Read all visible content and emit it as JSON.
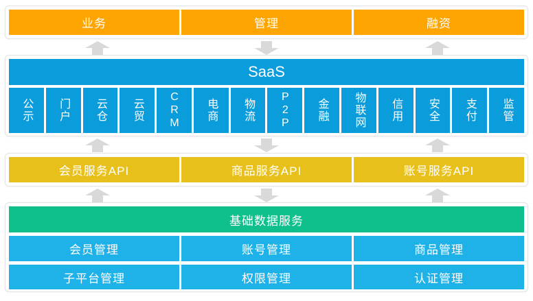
{
  "colors": {
    "orange": "#FFA502",
    "blue": "#0A9CDB",
    "gold": "#E8C01C",
    "green": "#10C08C",
    "cyan": "#1FB2E8",
    "arrow_gray": "#D9D9D9",
    "card_border": "#E3E3E3"
  },
  "top_layer": {
    "items": [
      "业务",
      "管理",
      "融资"
    ]
  },
  "saas_layer": {
    "title": "SaaS",
    "modules": [
      "公示",
      "门户",
      "云仓",
      "云贸",
      "CRM",
      "电商",
      "物流",
      "P2P",
      "金融",
      "物联网",
      "信用",
      "安全",
      "支付",
      "监管"
    ]
  },
  "api_layer": {
    "items": [
      "会员服务API",
      "商品服务API",
      "账号服务API"
    ]
  },
  "base_layer": {
    "title": "基础数据服务",
    "row1": [
      "会员管理",
      "账号管理",
      "商品管理"
    ],
    "row2": [
      "子平台管理",
      "权限管理",
      "认证管理"
    ]
  },
  "arrow_bands": [
    {
      "directions": [
        "up",
        "down",
        "up"
      ]
    },
    {
      "directions": [
        "up",
        "down",
        "up"
      ]
    },
    {
      "directions": [
        "up",
        "down",
        "up"
      ]
    }
  ]
}
